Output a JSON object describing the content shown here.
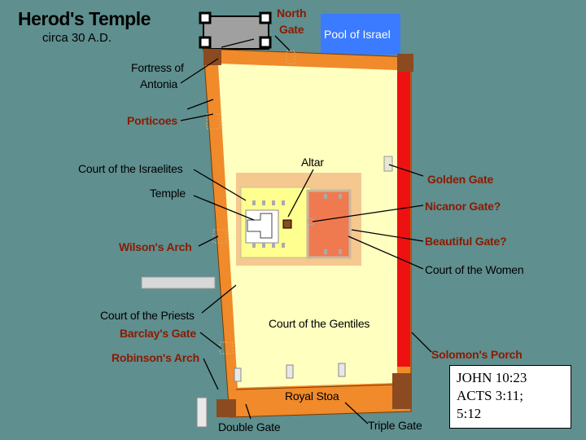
{
  "title": "Herod's Temple",
  "subtitle": "circa 30 A.D.",
  "labels": {
    "north_gate_line1": "North",
    "north_gate_line2": "Gate",
    "pool_of_israel": "Pool of Israel",
    "fortress_line1": "Fortress of",
    "fortress_line2": "Antonia",
    "porticoes": "Porticoes",
    "court_of_israelites": "Court of the Israelites",
    "altar": "Altar",
    "golden_gate": "Golden Gate",
    "temple": "Temple",
    "nicanor_gate": "Nicanor Gate?",
    "wilsons_arch": "Wilson's Arch",
    "beautiful_gate": "Beautiful Gate?",
    "court_of_women": "Court of the Women",
    "court_of_priests": "Court of the Priests",
    "court_of_gentiles": "Court of the Gentiles",
    "barclays_gate": "Barclay's Gate",
    "robinsons_arch": "Robinson's Arch",
    "solomons_porch": "Solomon's Porch",
    "royal_stoa": "Royal Stoa",
    "double_gate": "Double Gate",
    "triple_gate": "Triple Gate"
  },
  "references": [
    "JOHN 10:23",
    "ACTS 3:11;",
    "5:12"
  ],
  "colors": {
    "background": "#5f8f8f",
    "wall_orange": "#f08a2a",
    "court_yellow": "#ffffc0",
    "inner_tan": "#f5c890",
    "court_women": "#f07a50",
    "solomons_porch_red": "#ee1111",
    "pool_blue": "#3b7bff",
    "label_brown": "#8b1a00",
    "fortress_gray": "#a0a0a0"
  }
}
